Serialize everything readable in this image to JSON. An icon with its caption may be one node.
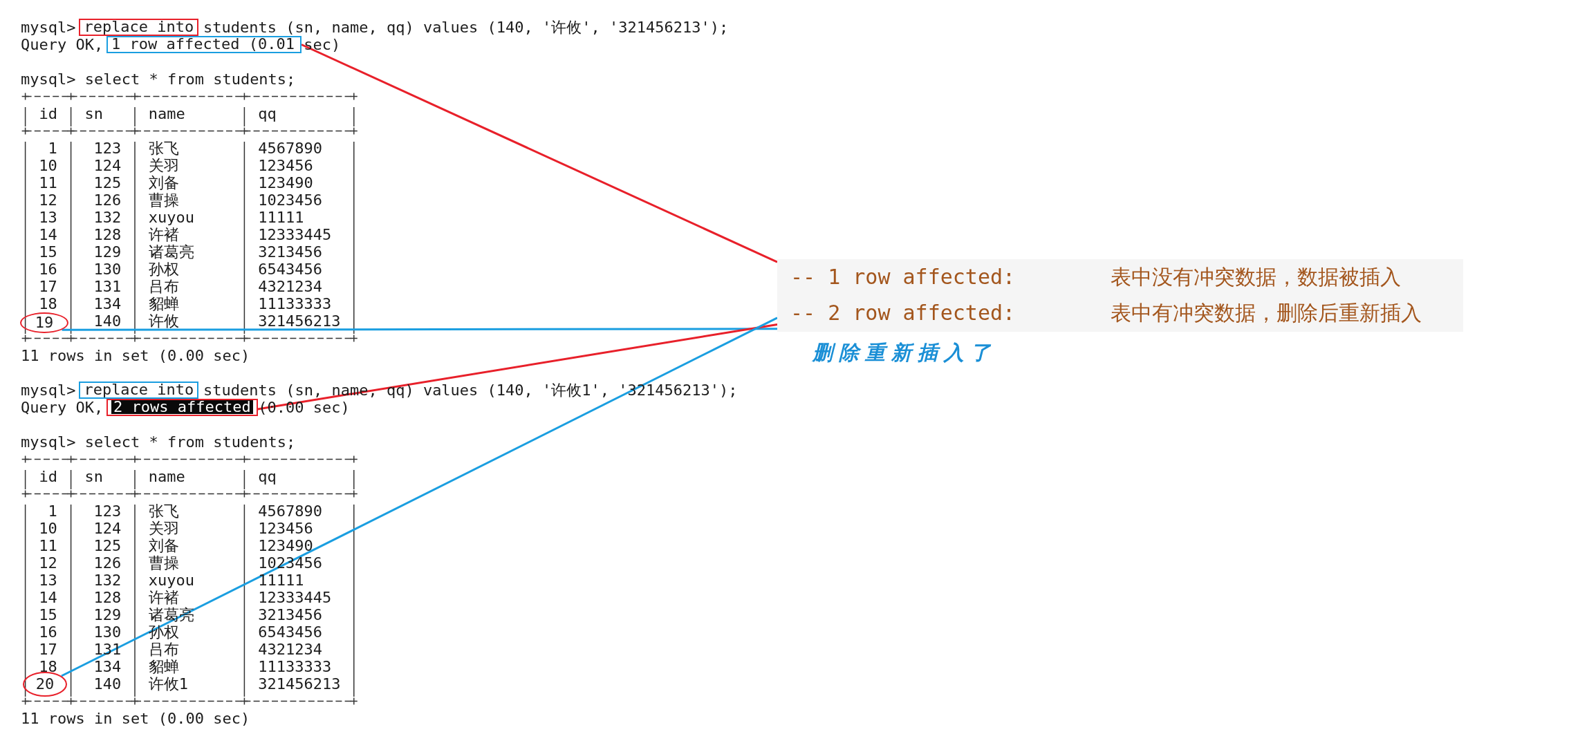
{
  "diagram": {
    "nodes": [
      {
        "text": [
          "replace into"
        ]
      },
      {
        "text": [
          "1 row affected (0.01"
        ]
      },
      {
        "text": [
          "19"
        ]
      },
      {
        "text": [
          "replace into"
        ]
      },
      {
        "text": [
          "2 rows affected"
        ]
      },
      {
        "text": [
          "20"
        ]
      },
      {
        "text": [
          "-- 1 row affected:",
          "表中没有冲突数据，数据被插入"
        ]
      },
      {
        "text": [
          "-- 2 row affected:",
          "表中有冲突数据，删除后重新插入"
        ]
      }
    ],
    "edges": [
      {
        "from": 1,
        "to": 6,
        "arrow": "none",
        "color": "#e8202a"
      },
      {
        "from": 2,
        "to": 7,
        "arrow": "none",
        "color": "#1a9ee0"
      },
      {
        "from": 4,
        "to": 7,
        "arrow": "none",
        "color": "#e8202a"
      },
      {
        "from": 5,
        "to": 7,
        "arrow": "none",
        "color": "#1a9ee0"
      }
    ],
    "labels": [
      "mysql>",
      "students (sn, name, qq) values (140, '许攸', '321456213');",
      "Query OK,",
      "sec)",
      "mysql> select * from students;",
      "id",
      "sn",
      "name",
      "qq",
      "1",
      "123",
      "张飞",
      "4567890",
      "10",
      "124",
      "关羽",
      "123456",
      "11",
      "125",
      "刘备",
      "123490",
      "12",
      "126",
      "曹操",
      "1023456",
      "13",
      "132",
      "xuyou",
      "11111",
      "14",
      "128",
      "许褚",
      "12333445",
      "15",
      "129",
      "诸葛亮",
      "3213456",
      "16",
      "130",
      "孙权",
      "6543456",
      "17",
      "131",
      "吕布",
      "4321234",
      "18",
      "134",
      "貂蝉",
      "11133333",
      "140",
      "许攸",
      "321456213",
      "11 rows in set (0.00 sec)",
      "mysql>",
      "students (sn, name, qq) values (140, '许攸1', '321456213');",
      "Query OK,",
      "(0.00 sec)",
      "mysql> select * from students;",
      "id",
      "sn",
      "name",
      "qq",
      "1",
      "123",
      "张飞",
      "4567890",
      "10",
      "124",
      "关羽",
      "123456",
      "11",
      "125",
      "刘备",
      "123490",
      "12",
      "126",
      "曹操",
      "1023456",
      "13",
      "132",
      "xuyou",
      "11111",
      "14",
      "128",
      "许褚",
      "12333445",
      "15",
      "129",
      "诸葛亮",
      "3213456",
      "16",
      "130",
      "孙权",
      "6543456",
      "17",
      "131",
      "吕布",
      "4321234",
      "18",
      "134",
      "貂蝉",
      "11133333",
      "140",
      "许攸1",
      "321456213",
      "11 rows in set (0.00 sec)",
      "删除重新插入了"
    ]
  }
}
